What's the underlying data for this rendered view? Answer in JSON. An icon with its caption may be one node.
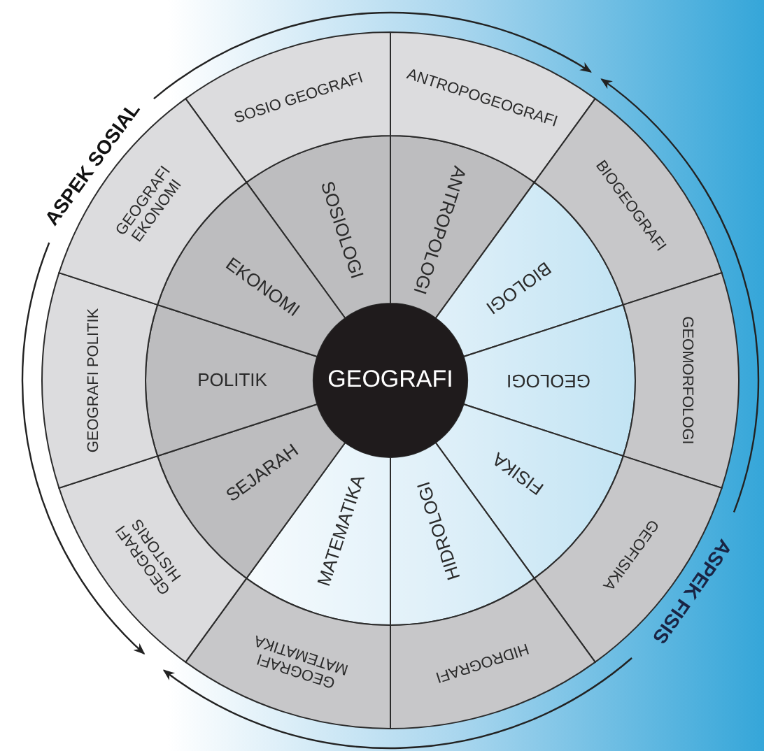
{
  "diagram": {
    "nodes": [
      {
        "text": [
          "GEOGRAFI"
        ]
      },
      {
        "text": [
          "SOSIOLOGI"
        ]
      },
      {
        "text": [
          "ANTROPOLOGI"
        ]
      },
      {
        "text": [
          "BIOLOGI"
        ]
      },
      {
        "text": [
          "GEOLOGI"
        ]
      },
      {
        "text": [
          "FISIKA"
        ]
      },
      {
        "text": [
          "HIDROLOGI"
        ]
      },
      {
        "text": [
          "MATEMATIKA"
        ]
      },
      {
        "text": [
          "SEJARAH"
        ]
      },
      {
        "text": [
          "POLITIK"
        ]
      },
      {
        "text": [
          "EKONOMI"
        ]
      },
      {
        "text": [
          "SOSIO GEOGRAFI"
        ]
      },
      {
        "text": [
          "ANTROPOGEOGRAFI"
        ]
      },
      {
        "text": [
          "BIOGEOGRAFI"
        ]
      },
      {
        "text": [
          "GEOMORFOLOGI"
        ]
      },
      {
        "text": [
          "GEOFISIKA"
        ]
      },
      {
        "text": [
          "HIDROGRAFI"
        ]
      },
      {
        "text": [
          "GEOGRAFI MATEMATIKA"
        ]
      },
      {
        "text": [
          "GEOGRAFI HISTORIS"
        ]
      },
      {
        "text": [
          "GEOGRAFI POLITIK"
        ]
      },
      {
        "text": [
          "GEOGRAFI EKONOMI"
        ]
      }
    ],
    "labels": [
      "ASPEK SOSIAL",
      "ASPEK FISIS"
    ]
  }
}
